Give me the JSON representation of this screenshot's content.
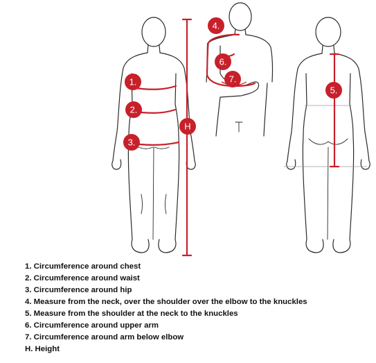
{
  "markers": {
    "m1": "1.",
    "m2": "2.",
    "m3": "3.",
    "m4": "4.",
    "m5": "5.",
    "m6": "6.",
    "m7": "7.",
    "mH": "H"
  },
  "legend": [
    "1. Circumference around chest",
    "2. Circumference around waist",
    "3. Circumference around hip",
    "4. Measure from the neck, over the shoulder over the elbow to the knuckles",
    "5. Measure from the shoulder at the neck to the knuckles",
    "6. Circumference around upper arm",
    "7. Circumference around arm below elbow",
    "H. Height"
  ],
  "colors": {
    "marker": "#c8202a",
    "outline": "#2a2a2a"
  }
}
